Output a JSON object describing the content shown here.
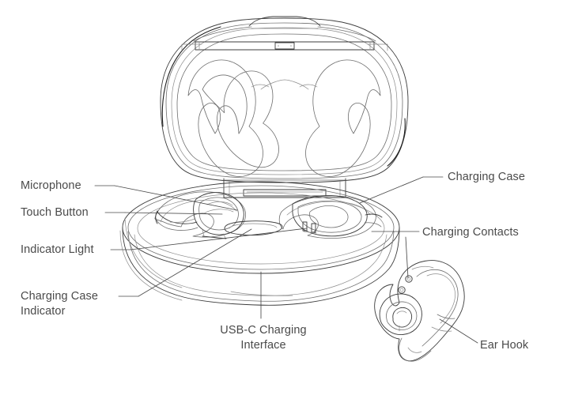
{
  "diagram": {
    "kind": "product-line-art",
    "subject": "Open-ear wireless earbuds with charging case",
    "background_color": "#ffffff",
    "line_color": "#3c3c3c",
    "label_color": "#4a4a4a"
  },
  "labels": {
    "microphone": "Microphone",
    "touch_button": "Touch Button",
    "indicator_light": "Indicator Light",
    "charging_case_indicator": "Charging Case\nIndicator",
    "charging_case": "Charging Case",
    "charging_contacts": "Charging Contacts",
    "usb_c_charging_interface": "USB-C Charging\nInterface",
    "ear_hook": "Ear Hook"
  },
  "callouts": [
    {
      "id": "microphone",
      "side": "left",
      "text": "Microphone"
    },
    {
      "id": "touch-button",
      "side": "left",
      "text": "Touch Button"
    },
    {
      "id": "indicator-light",
      "side": "left",
      "text": "Indicator Light"
    },
    {
      "id": "charging-case-indicator",
      "side": "left",
      "text": "Charging Case Indicator"
    },
    {
      "id": "charging-case",
      "side": "right",
      "text": "Charging Case"
    },
    {
      "id": "charging-contacts",
      "side": "right",
      "text": "Charging Contacts"
    },
    {
      "id": "usb-c-charging-interface",
      "side": "bottom",
      "text": "USB-C Charging Interface"
    },
    {
      "id": "ear-hook",
      "side": "right",
      "text": "Ear Hook"
    }
  ],
  "parts": {
    "lid": "charging-case-lid",
    "body": "charging-case-body",
    "hinge": "case-hinge",
    "left_bud": "left-earbud-in-case",
    "right_bud": "right-earbud-in-case",
    "case_indicator": "case-indicator-panel",
    "detached_bud": "detached-earbud-ear-hook"
  }
}
